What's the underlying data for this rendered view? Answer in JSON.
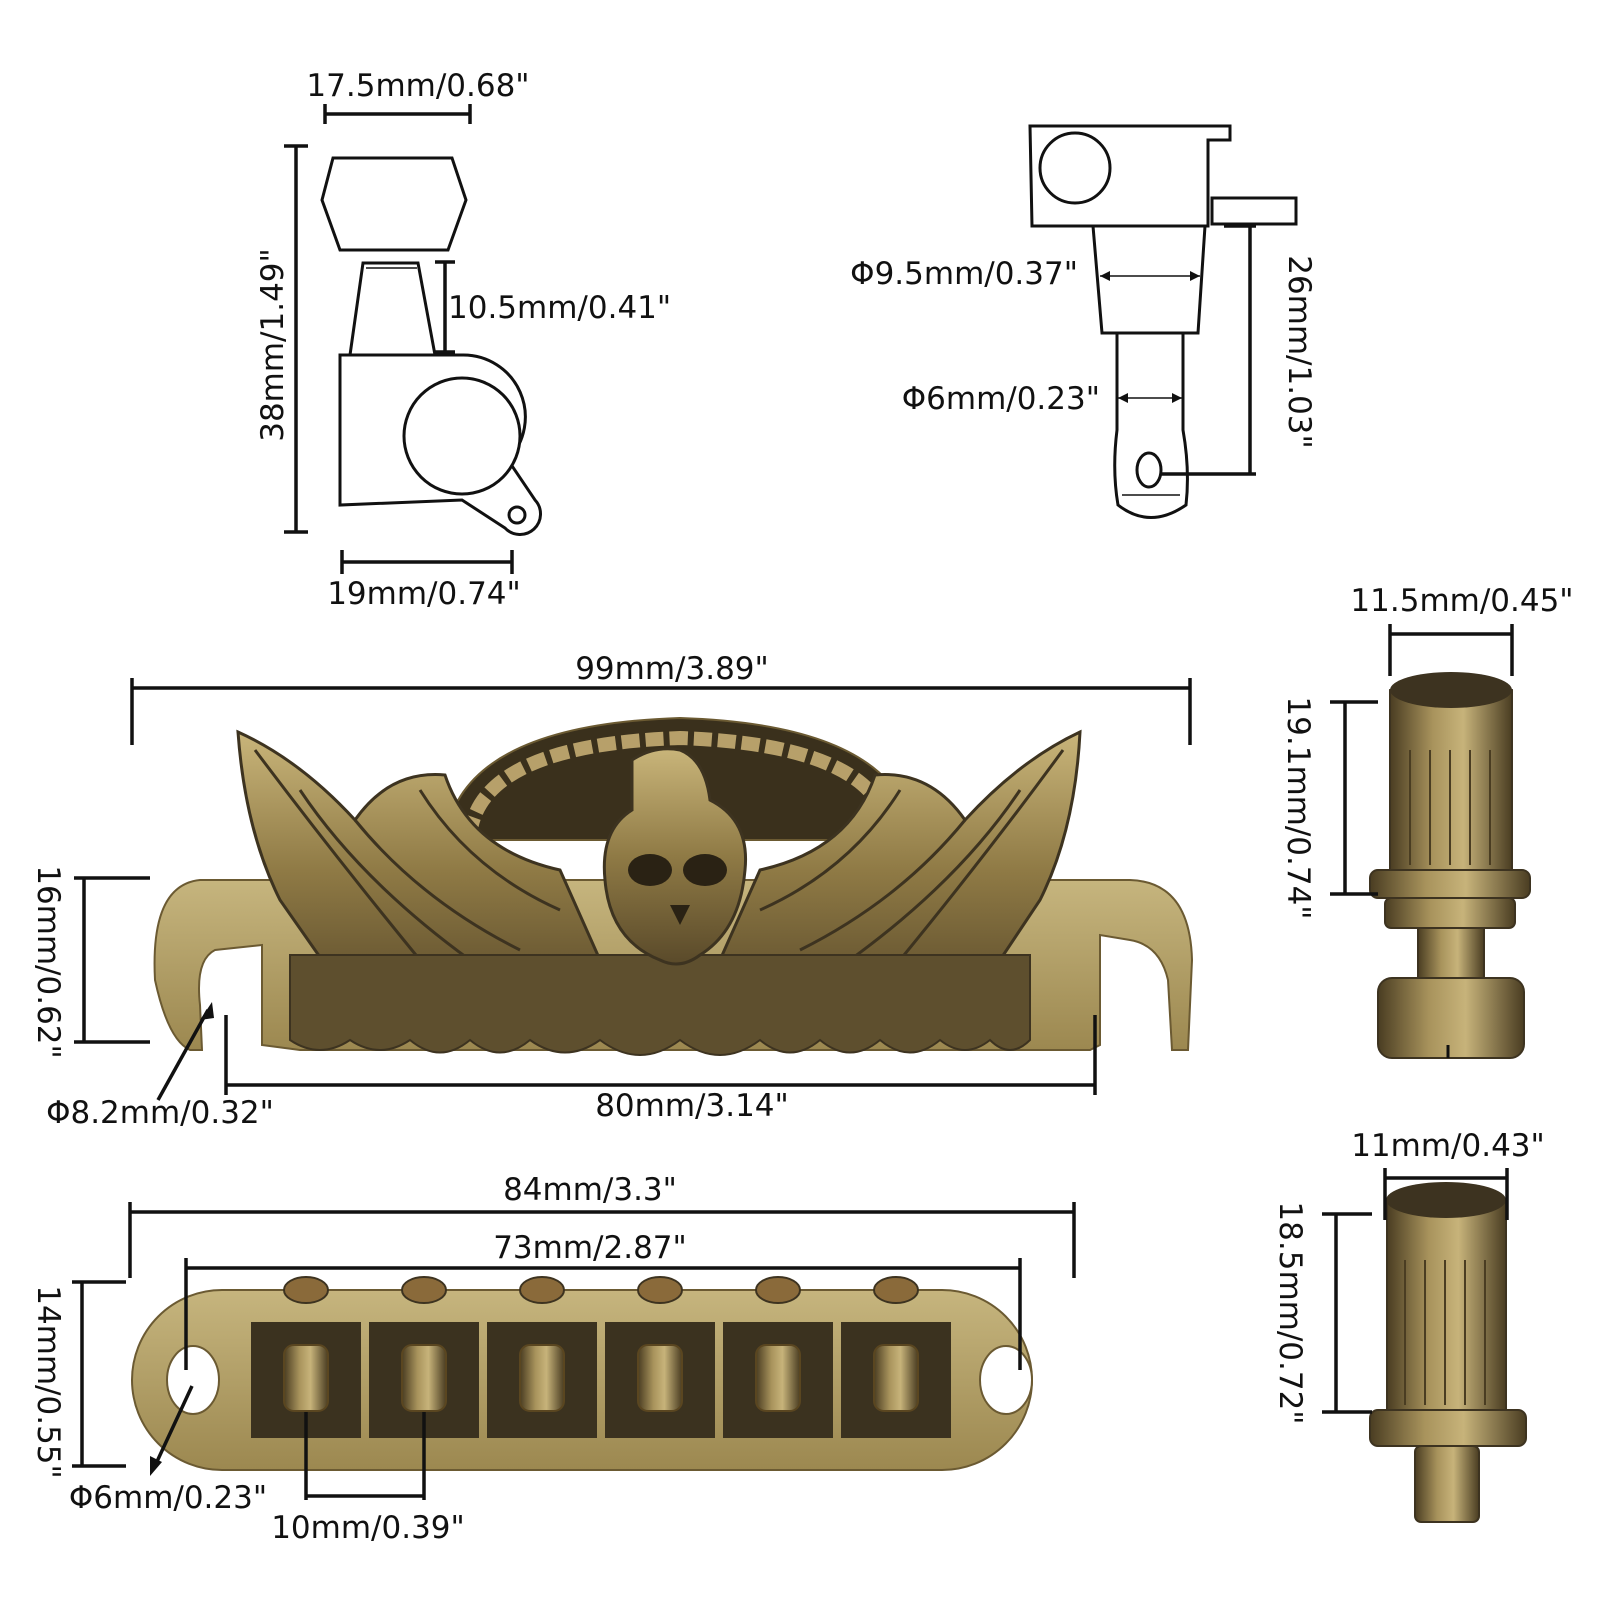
{
  "dimensions": {
    "tuner_top_width": "17.5mm/0.68\"",
    "tuner_height": "38mm/1.49\"",
    "tuner_bushing_height": "10.5mm/0.41\"",
    "tuner_base_width": "19mm/0.74\"",
    "tuner_bushing_dia": "Φ9.5mm/0.37\"",
    "tuner_post_dia": "Φ6mm/0.23\"",
    "tuner_post_height": "26mm/1.03\"",
    "tailpiece_width": "99mm/3.89\"",
    "tailpiece_height": "16mm/0.62\"",
    "tailpiece_hole": "Φ8.2mm/0.32\"",
    "tailpiece_spacing": "80mm/3.14\"",
    "bridge_width": "84mm/3.3\"",
    "bridge_hole_spacing": "73mm/2.87\"",
    "bridge_height": "14mm/0.55\"",
    "bridge_hole": "Φ6mm/0.23\"",
    "bridge_string_spacing": "10mm/0.39\"",
    "stud1_width": "11.5mm/0.45\"",
    "stud1_height": "19.1mm/0.74\"",
    "stud2_width": "11mm/0.43\"",
    "stud2_height": "18.5mm/0.72\""
  },
  "colors": {
    "brass_light": "#c9b57a",
    "brass_mid": "#8f7a45",
    "brass_dark": "#3d3320",
    "line": "#111111"
  }
}
